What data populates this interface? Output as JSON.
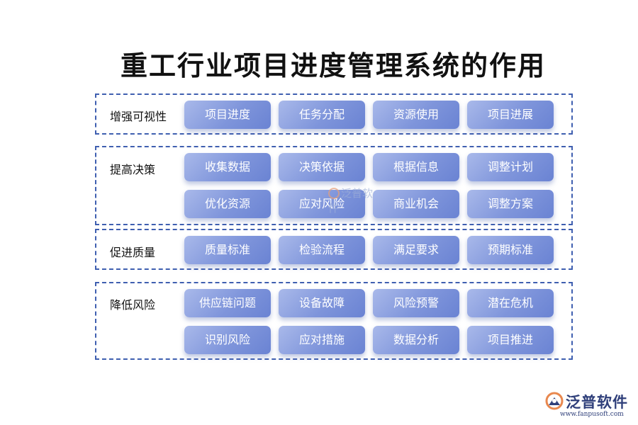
{
  "title": "重工行业项目进度管理系统的作用",
  "groups": [
    {
      "label": "增强可视性",
      "items": [
        "项目进度",
        "任务分配",
        "资源使用",
        "项目进展"
      ]
    },
    {
      "label": "提高决策",
      "items": [
        "收集数据",
        "决策依据",
        "根据信息",
        "调整计划",
        "优化资源",
        "应对风险",
        "商业机会",
        "调整方案"
      ]
    },
    {
      "label": "促进质量",
      "items": [
        "质量标准",
        "检验流程",
        "满足要求",
        "预期标准"
      ]
    },
    {
      "label": "降低风险",
      "items": [
        "供应链问题",
        "设备故障",
        "风险预警",
        "潜在危机",
        "识别风险",
        "应对措施",
        "数据分析",
        "项目推进"
      ]
    }
  ],
  "watermark": "泛普软件",
  "logo": {
    "name": "泛普软件",
    "url": "www.fanpusoft.com"
  },
  "colors": {
    "border": "#3f5fb0",
    "pill_start": "#a9b9ea",
    "pill_end": "#6a83d3",
    "logo": "#2f3f7a"
  }
}
